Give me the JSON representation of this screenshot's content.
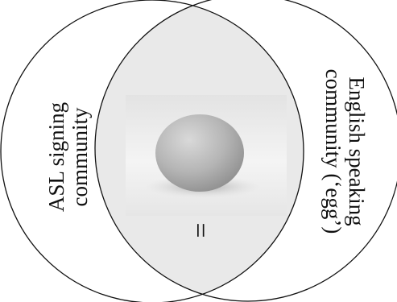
{
  "diagram": {
    "left_set_label": [
      "ASL signing",
      "community"
    ],
    "right_set_label": [
      "English speaking",
      "community (‘egg’)"
    ],
    "intersection_symbol": "=",
    "intersection_image": "egg-photo"
  },
  "colors": {
    "background": "#ffffff",
    "circle_stroke": "#111111",
    "intersection_fill": "#e9e9e9",
    "egg_shell": "#bdbdbd",
    "photo_backdrop": "#f2f2f2"
  }
}
